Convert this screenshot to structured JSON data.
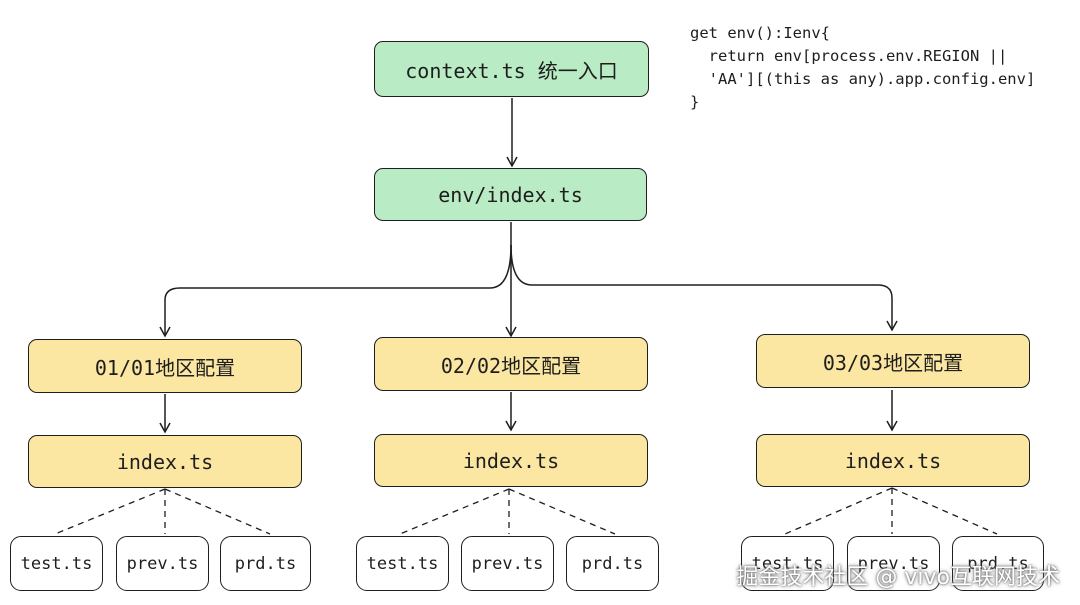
{
  "nodes": {
    "entry": "context.ts 统一入口",
    "env": "env/index.ts",
    "regions": [
      {
        "config": "01/01地区配置",
        "index": "index.ts",
        "files": [
          "test.ts",
          "prev.ts",
          "prd.ts"
        ]
      },
      {
        "config": "02/02地区配置",
        "index": "index.ts",
        "files": [
          "test.ts",
          "prev.ts",
          "prd.ts"
        ]
      },
      {
        "config": "03/03地区配置",
        "index": "index.ts",
        "files": [
          "test.ts",
          "prev.ts",
          "prd.ts"
        ]
      }
    ]
  },
  "code": {
    "lines": [
      "get env():Ienv{",
      "  return env[process.env.REGION ||",
      "  'AA'][(this as any).app.config.env]",
      "}"
    ]
  },
  "watermark": "掘金技术社区 @ vivo互联网技术",
  "colors": {
    "green_fill": "#b9ecc4",
    "yellow_fill": "#fbe6a2",
    "stroke": "#1e1e1e"
  }
}
